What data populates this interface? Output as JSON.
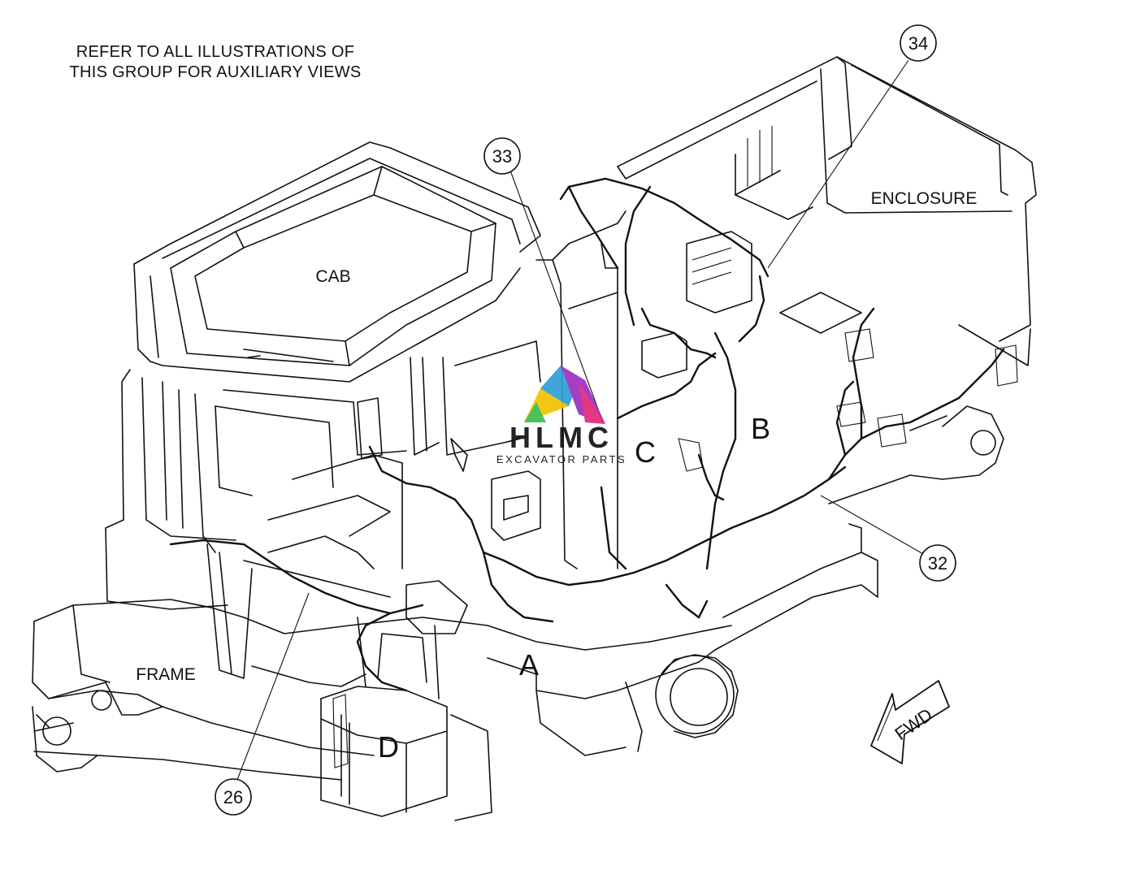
{
  "note": {
    "line1": "REFER TO ALL ILLUSTRATIONS OF",
    "line2": "THIS GROUP FOR AUXILIARY VIEWS"
  },
  "labels": {
    "cab": "CAB",
    "enclosure": "ENCLOSURE",
    "frame": "FRAME",
    "view_a": "A",
    "view_b": "B",
    "view_c": "C",
    "view_d": "D",
    "fwd": "FWD"
  },
  "callouts": [
    {
      "id": "callout-34",
      "text": "34"
    },
    {
      "id": "callout-33",
      "text": "33"
    },
    {
      "id": "callout-32",
      "text": "32"
    },
    {
      "id": "callout-26",
      "text": "26"
    }
  ],
  "watermark": {
    "brand": "HLMC",
    "tagline": "EXCAVATOR PARTS",
    "colors": [
      "#2f9fd8",
      "#f2c200",
      "#9b2fc0",
      "#e0287a",
      "#3bbf4a"
    ]
  }
}
